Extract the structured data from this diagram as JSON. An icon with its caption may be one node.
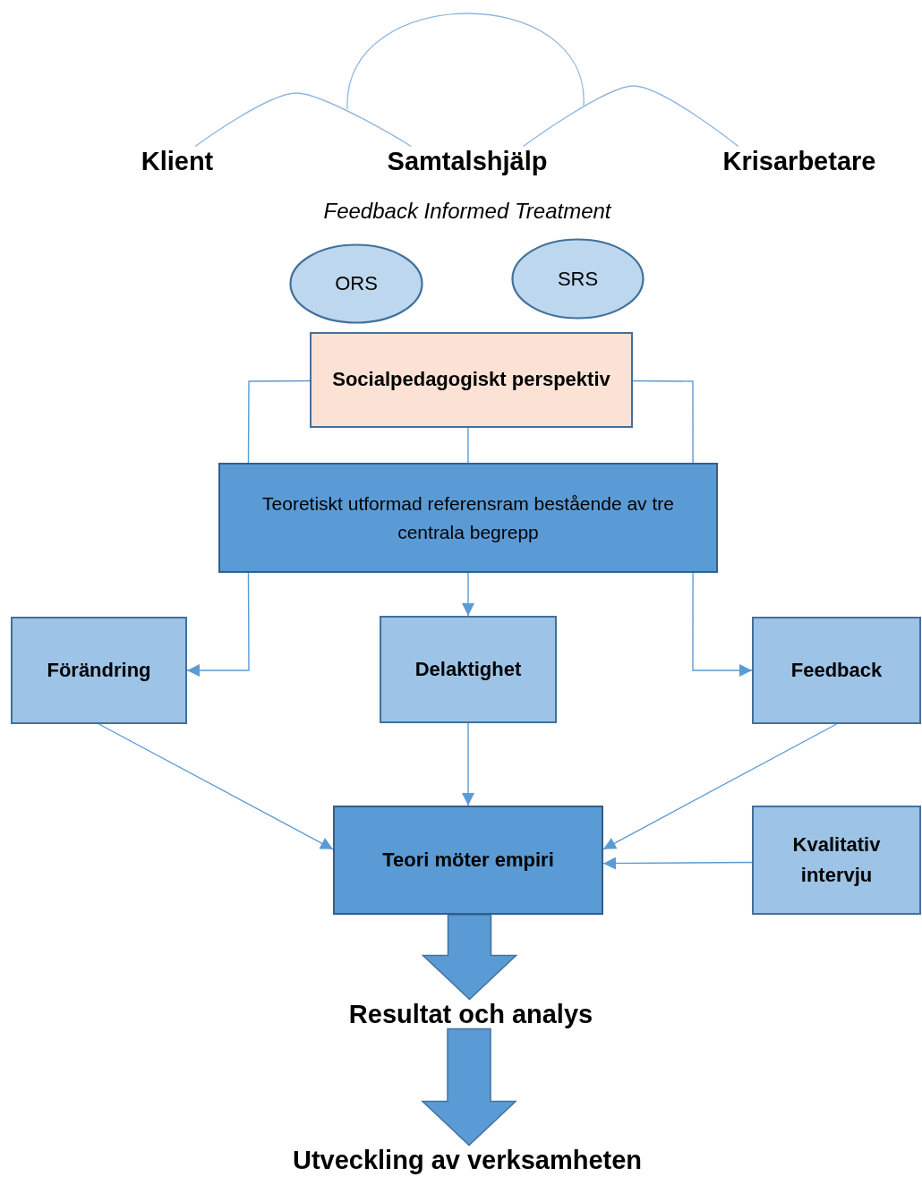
{
  "diagram": {
    "nodes": [
      {
        "text": [
          "Klient"
        ]
      },
      {
        "text": [
          "Samtalshjälp"
        ]
      },
      {
        "text": [
          "Krisarbetare"
        ]
      },
      {
        "text": [
          "ORS"
        ]
      },
      {
        "text": [
          "SRS"
        ]
      },
      {
        "text": [
          "Socialpedagogiskt perspektiv"
        ]
      },
      {
        "text": [
          "Teoretiskt utformad referensram bestående av tre centrala begrepp"
        ]
      },
      {
        "text": [
          "Förändring"
        ]
      },
      {
        "text": [
          "Delaktighet"
        ]
      },
      {
        "text": [
          "Feedback"
        ]
      },
      {
        "text": [
          "Teori möter empiri"
        ]
      },
      {
        "text": [
          "Kvalitativ intervju"
        ]
      },
      {
        "text": [
          "Resultat och analys"
        ]
      },
      {
        "text": [
          "Utveckling av verksamheten"
        ]
      }
    ],
    "edges": [
      {
        "from": 0,
        "to": 1,
        "arrow": "none"
      },
      {
        "from": 1,
        "to": 2,
        "arrow": "none"
      },
      {
        "from": 5,
        "to": 6,
        "arrow": "none"
      },
      {
        "from": 5,
        "to": 6,
        "arrow": "none"
      },
      {
        "from": 5,
        "to": 6,
        "arrow": "none"
      },
      {
        "from": 6,
        "to": 7,
        "arrow": "to"
      },
      {
        "from": 6,
        "to": 8,
        "arrow": "to"
      },
      {
        "from": 6,
        "to": 9,
        "arrow": "to"
      },
      {
        "from": 7,
        "to": 10,
        "arrow": "to"
      },
      {
        "from": 8,
        "to": 10,
        "arrow": "to"
      },
      {
        "from": 9,
        "to": 10,
        "arrow": "to"
      },
      {
        "from": 11,
        "to": 10,
        "arrow": "to"
      },
      {
        "from": 10,
        "to": 12,
        "arrow": "to",
        "style": "thick"
      },
      {
        "from": 12,
        "to": 13,
        "arrow": "to",
        "style": "thick"
      }
    ],
    "labels": [
      "Feedback Informed Treatment"
    ]
  }
}
